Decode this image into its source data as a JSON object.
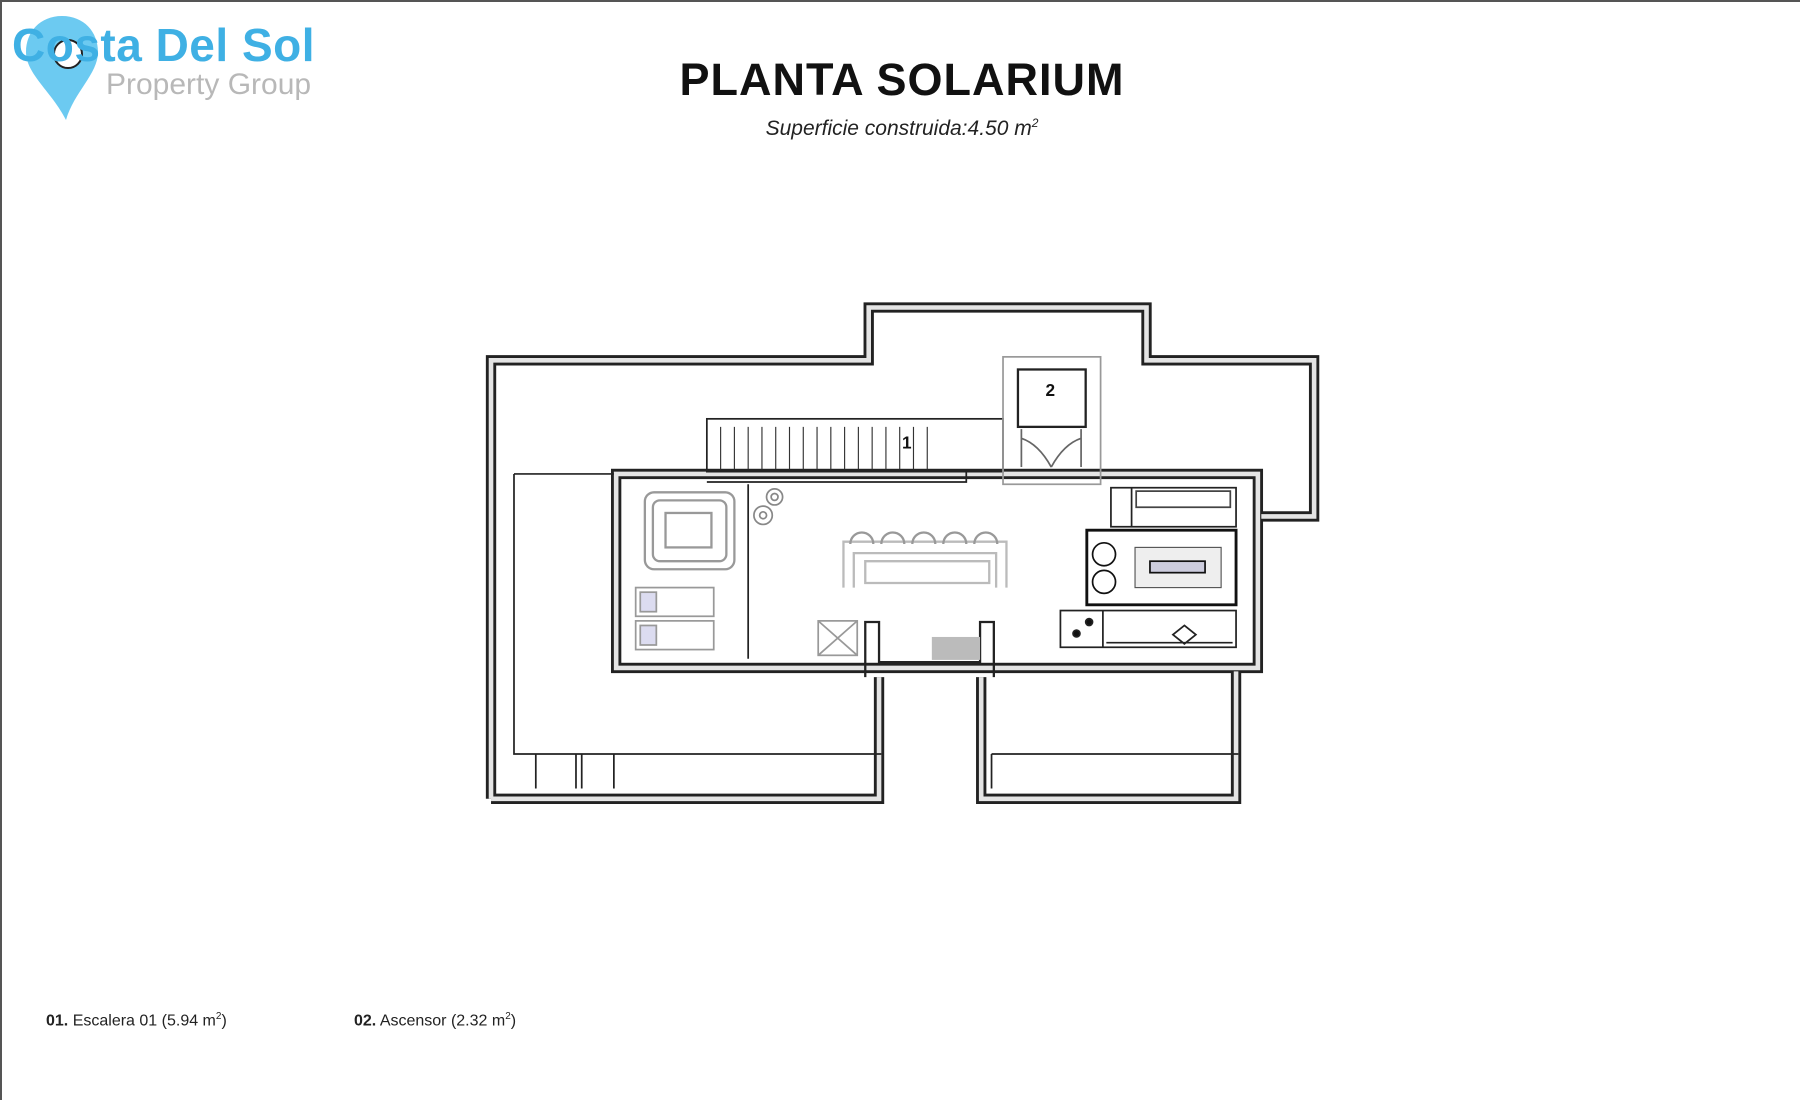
{
  "logo": {
    "name": "Costa Del Sol",
    "tagline": "Property Group",
    "color": "#3fb0e4"
  },
  "header": {
    "title": "PLANTA SOLARIUM",
    "subtitle": "Superficie construida:4.50 m",
    "subtitle_sup": "2"
  },
  "plan": {
    "labels": [
      "1",
      "2"
    ]
  },
  "legend": [
    {
      "num": "01.",
      "text": "Escalera 01 (5.94 m",
      "sup": "2",
      "close": ")"
    },
    {
      "num": "02.",
      "text": "Ascensor (2.32 m",
      "sup": "2",
      "close": ")"
    }
  ]
}
